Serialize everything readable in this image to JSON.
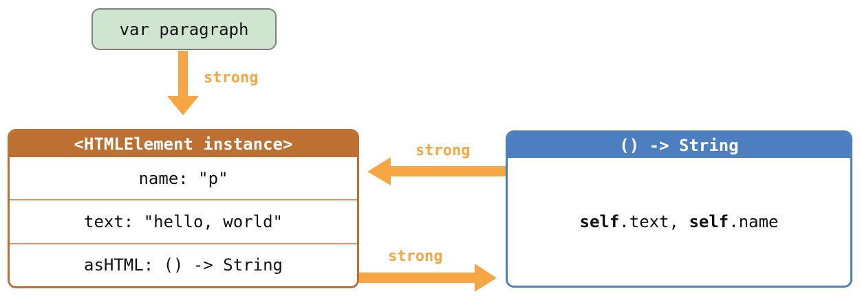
{
  "var_box": {
    "label": "var paragraph"
  },
  "instance_box": {
    "title": "<HTMLElement instance>",
    "rows": [
      "name: \"p\"",
      "text: \"hello, world\"",
      "asHTML: () -> String"
    ]
  },
  "closure_box": {
    "title": "() -> String",
    "body": {
      "segments": [
        {
          "text": "self",
          "bold": true
        },
        {
          "text": ".text, ",
          "bold": false
        },
        {
          "text": "self",
          "bold": true
        },
        {
          "text": ".name",
          "bold": false
        }
      ]
    }
  },
  "arrows": {
    "var_to_instance": {
      "label": "strong",
      "direction": "down"
    },
    "closure_to_instance": {
      "label": "strong",
      "direction": "left"
    },
    "instance_to_closure": {
      "label": "strong",
      "direction": "right"
    }
  },
  "colors": {
    "arrow_orange": "#f6a744",
    "instance_header_brown": "#bd7031",
    "closure_header_blue": "#4d7ebf",
    "var_box_green": "#cfe5d0",
    "var_box_border_gray": "#7f7f7f"
  }
}
